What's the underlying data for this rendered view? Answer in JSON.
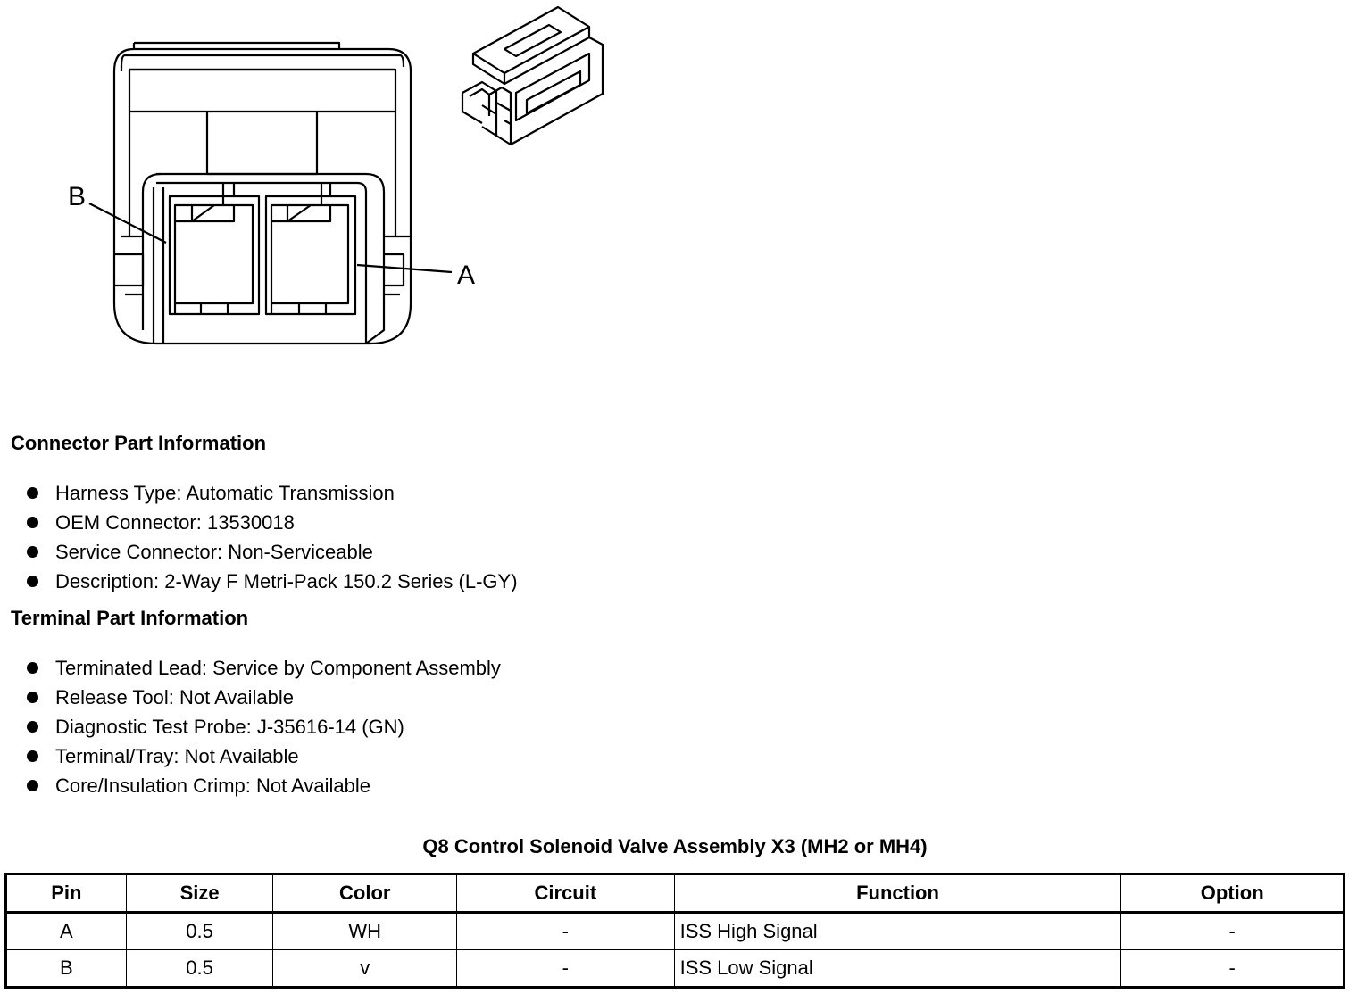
{
  "drawing": {
    "label_b": "B",
    "label_a": "A"
  },
  "connector_info": {
    "heading": "Connector Part Information",
    "items": [
      "Harness Type: Automatic Transmission",
      "OEM Connector: 13530018",
      "Service Connector: Non-Serviceable",
      "Description: 2-Way F Metri-Pack 150.2 Series (L-GY)"
    ]
  },
  "terminal_info": {
    "heading": "Terminal Part Information",
    "items": [
      "Terminated Lead: Service by Component Assembly",
      "Release Tool: Not Available",
      "Diagnostic Test Probe: J-35616-14 (GN)",
      "Terminal/Tray: Not Available",
      "Core/Insulation Crimp: Not Available"
    ]
  },
  "table": {
    "title": "Q8 Control Solenoid Valve Assembly X3 (MH2 or MH4)",
    "headers": [
      "Pin",
      "Size",
      "Color",
      "Circuit",
      "Function",
      "Option"
    ],
    "rows": [
      [
        "A",
        "0.5",
        "WH",
        "-",
        "ISS High Signal",
        "-"
      ],
      [
        "B",
        "0.5",
        "v",
        "-",
        "ISS Low Signal",
        "-"
      ]
    ]
  }
}
